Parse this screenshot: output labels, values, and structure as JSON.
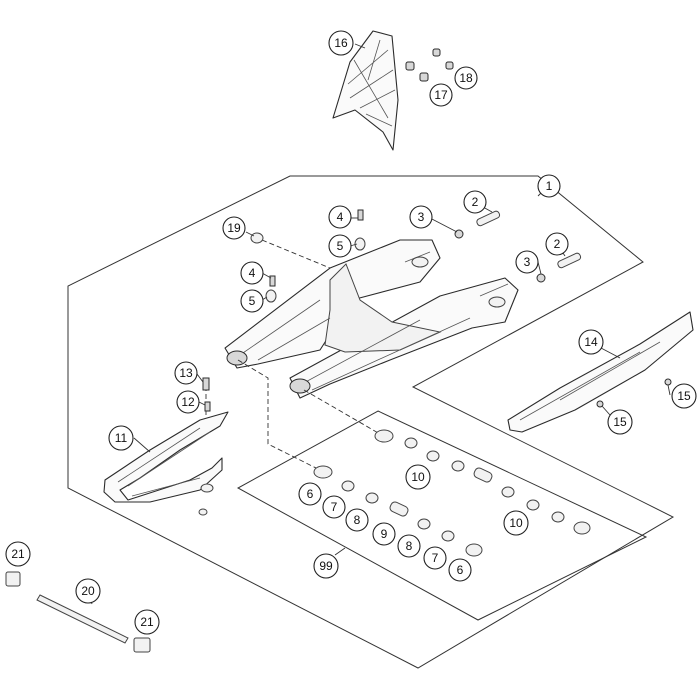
{
  "callouts": {
    "c1": "1",
    "c2a": "2",
    "c2b": "2",
    "c3a": "3",
    "c3b": "3",
    "c4a": "4",
    "c4b": "4",
    "c5a": "5",
    "c5b": "5",
    "c6a": "6",
    "c6b": "6",
    "c7a": "7",
    "c7b": "7",
    "c8a": "8",
    "c8b": "8",
    "c9": "9",
    "c10a": "10",
    "c10b": "10",
    "c11": "11",
    "c12": "12",
    "c13": "13",
    "c14": "14",
    "c15a": "15",
    "c15b": "15",
    "c16": "16",
    "c17": "17",
    "c18": "18",
    "c19": "19",
    "c20": "20",
    "c21a": "21",
    "c21b": "21",
    "c99": "99"
  }
}
